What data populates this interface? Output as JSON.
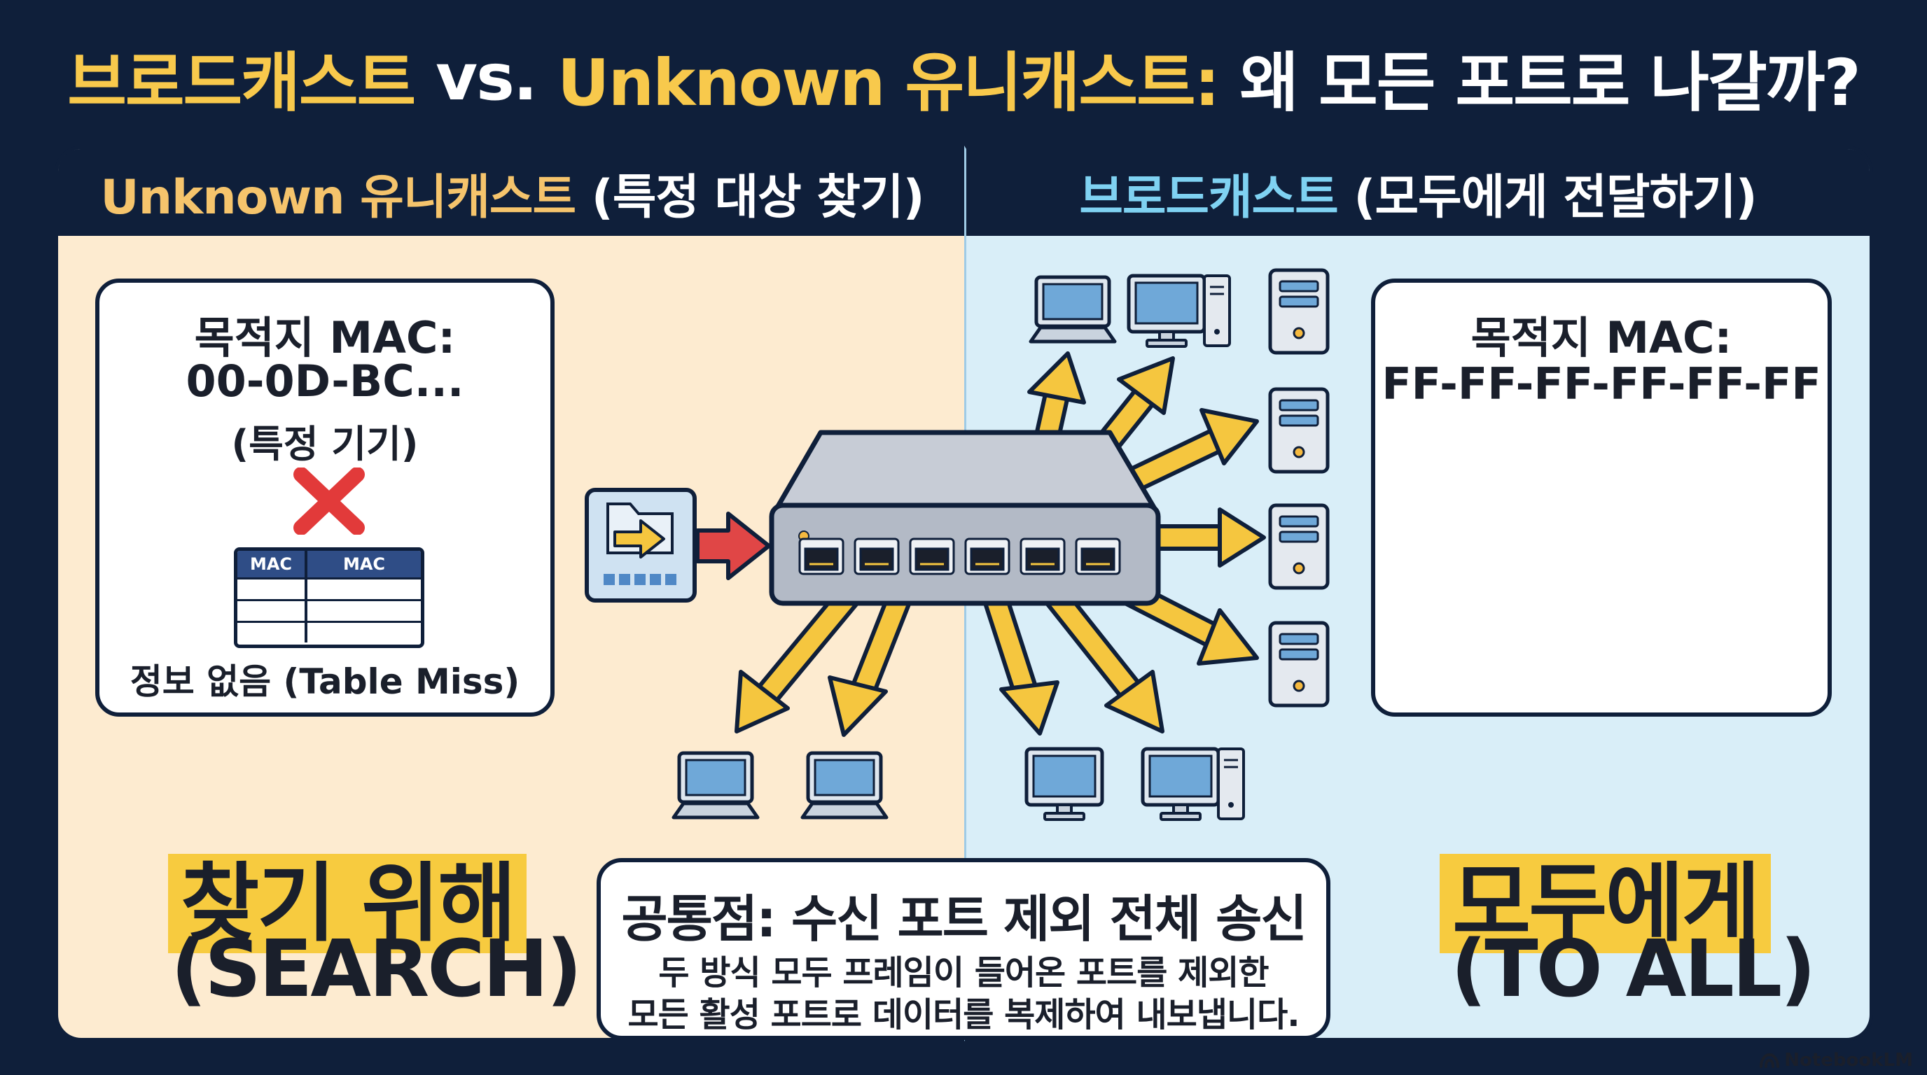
{
  "title": {
    "part1": "브로드캐스트",
    "part2": " vs. ",
    "part3": "Unknown 유니캐스트:",
    "part4": " 왜 모든 포트로 나갈까?"
  },
  "left": {
    "header_highlight": "Unknown 유니캐스트",
    "header_rest": " (특정 대상 찾기)",
    "card": {
      "dest_label": "목적지 MAC:",
      "dest_value": "00-0D-BC...",
      "dest_note": "(특정 기기)",
      "table_headers": [
        "MAC",
        "MAC"
      ],
      "table_caption": "정보 없음 (Table Miss)"
    },
    "big_word": "찾기 위해",
    "big_word_en": "(SEARCH)"
  },
  "right": {
    "header_highlight": "브로드캐스트",
    "header_rest": " (모두에게 전달하기)",
    "card": {
      "dest_label": "목적지 MAC:",
      "dest_value": "FF-FF-FF-FF-FF-FF"
    },
    "big_word": "모두에게",
    "big_word_en": "(TO ALL)"
  },
  "common": {
    "title": "공통점: 수신 포트 제외 전체 송신",
    "line1": "두 방식 모두 프레임이 들어온 포트를 제외한",
    "line2": "모든 활성 포트로 데이터를 복제하여 내보냅니다."
  },
  "brand": "NotebookLM",
  "icons": [
    "x-mark-icon",
    "incoming-frame-icon",
    "switch-icon",
    "laptop-icon",
    "desktop-icon",
    "server-icon",
    "notebooklm-logo-icon"
  ],
  "colors": {
    "navy": "#0f1f3a",
    "left_bg": "#fdebd0",
    "right_bg": "#d9eef8",
    "accent_yellow": "#f7cb3f",
    "arrow_yellow": "#f5c63f",
    "incoming_red": "#e04646"
  }
}
